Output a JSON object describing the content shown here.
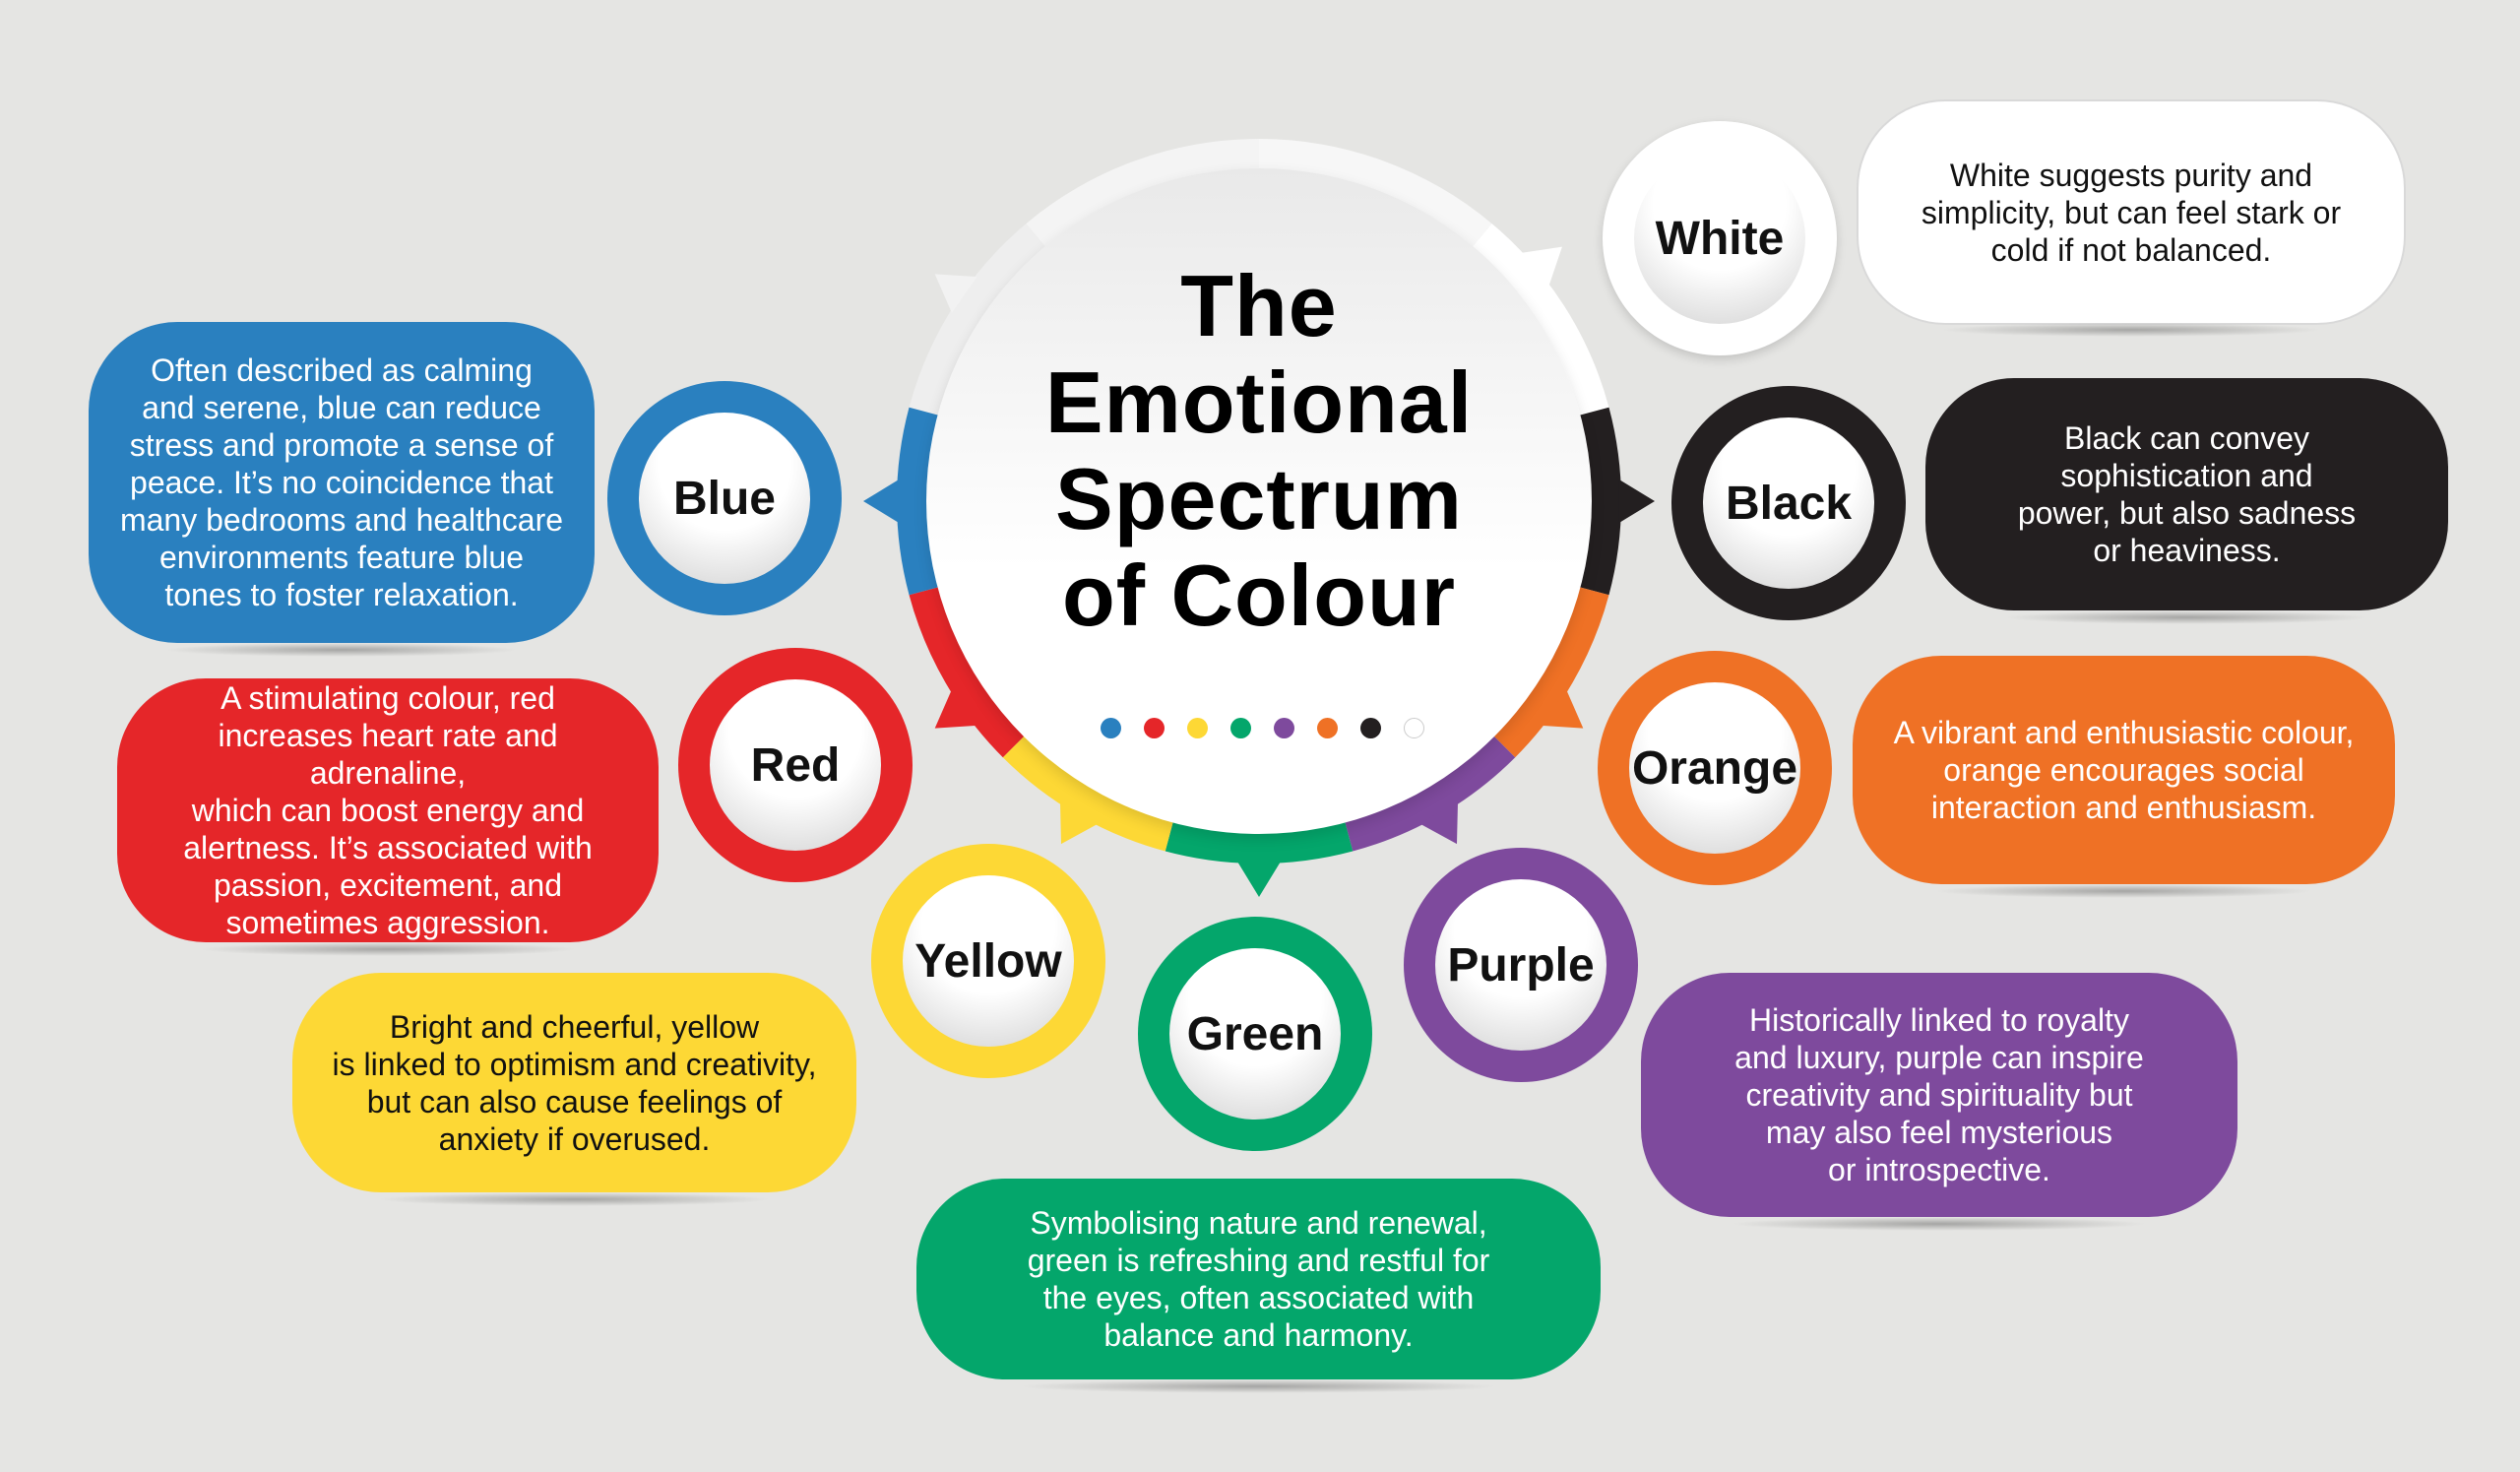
{
  "title": "The\nEmotional\nSpectrum\nof Colour",
  "colors": {
    "blue": "#2a80bf",
    "red": "#e52629",
    "yellow": "#fdd835",
    "green": "#04a66b",
    "purple": "#7e4a9d",
    "orange": "#ef7125",
    "black": "#231f20",
    "white": "#ffffff",
    "ring_gray": "#eeeeee"
  },
  "dots": [
    "#2a80bf",
    "#e52629",
    "#fdd835",
    "#04a66b",
    "#7e4a9d",
    "#ef7125",
    "#231f20",
    "#ffffff"
  ],
  "items": {
    "white": {
      "label": "White",
      "text": "White suggests purity and\nsimplicity, but can feel stark or\ncold if not balanced."
    },
    "black": {
      "label": "Black",
      "text": "Black can convey\nsophistication and\npower, but also sadness\nor heaviness."
    },
    "orange": {
      "label": "Orange",
      "text": "A vibrant and enthusiastic colour,\norange encourages social\ninteraction and enthusiasm."
    },
    "purple": {
      "label": "Purple",
      "text": "Historically linked to royalty\nand luxury, purple can inspire\ncreativity and spirituality but\nmay also feel mysterious\nor introspective."
    },
    "green": {
      "label": "Green",
      "text": "Symbolising nature and renewal,\ngreen is refreshing and restful for\nthe eyes, often associated with\nbalance and harmony."
    },
    "yellow": {
      "label": "Yellow",
      "text": "Bright and cheerful, yellow\nis linked to optimism and creativity,\nbut can also cause feelings of\nanxiety if overused."
    },
    "red": {
      "label": "Red",
      "text": "A stimulating colour, red\nincreases heart rate and adrenaline,\nwhich can boost energy and\nalertness. It’s associated with\npassion, excitement, and\nsometimes aggression."
    },
    "blue": {
      "label": "Blue",
      "text": "Often described as calming\nand serene, blue can reduce\nstress and promote a sense of\npeace. It’s no coincidence that\nmany bedrooms and healthcare\nenvironments feature blue\ntones to foster relaxation."
    }
  }
}
